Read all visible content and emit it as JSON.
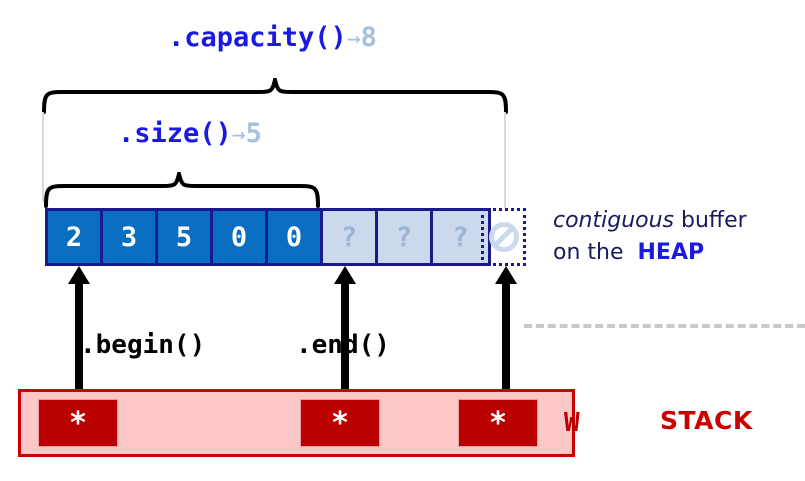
{
  "diagram": {
    "title_capacity": ".capacity()",
    "title_size": ".size()",
    "capacity_arrow": "→",
    "capacity_value": "8",
    "size_arrow": "→",
    "size_value": "5"
  },
  "buffer": {
    "cells": [
      {
        "value": "2",
        "state": "filled"
      },
      {
        "value": "3",
        "state": "filled"
      },
      {
        "value": "5",
        "state": "filled"
      },
      {
        "value": "0",
        "state": "filled"
      },
      {
        "value": "0",
        "state": "filled"
      },
      {
        "value": "?",
        "state": "empty"
      },
      {
        "value": "?",
        "state": "empty"
      },
      {
        "value": "?",
        "state": "empty"
      }
    ],
    "null_cell_icon": "no-entry-icon"
  },
  "heap_caption": {
    "emphasis": "contiguous",
    "rest": " buffer",
    "line2_prefix": "on the",
    "line2_region": "HEAP"
  },
  "iterators": {
    "begin": ".begin()",
    "end": ".end()"
  },
  "stack": {
    "pointer_symbol": "*",
    "pointers": [
      {
        "name": "begin-pointer",
        "symbol": "*"
      },
      {
        "name": "end-pointer",
        "symbol": "*"
      },
      {
        "name": "capacity-end-pointer",
        "symbol": "*"
      }
    ],
    "extra_label": "W",
    "region_label": "STACK"
  },
  "colors": {
    "filled_cell": "#0a6ec0",
    "empty_cell": "#ccd9ed",
    "buffer_border": "#1a1a8c",
    "heap_blue": "#1a1ae0",
    "stack_red": "#cc0000",
    "pointer_red": "#bb0000",
    "muted_value": "#a8c0dd"
  }
}
